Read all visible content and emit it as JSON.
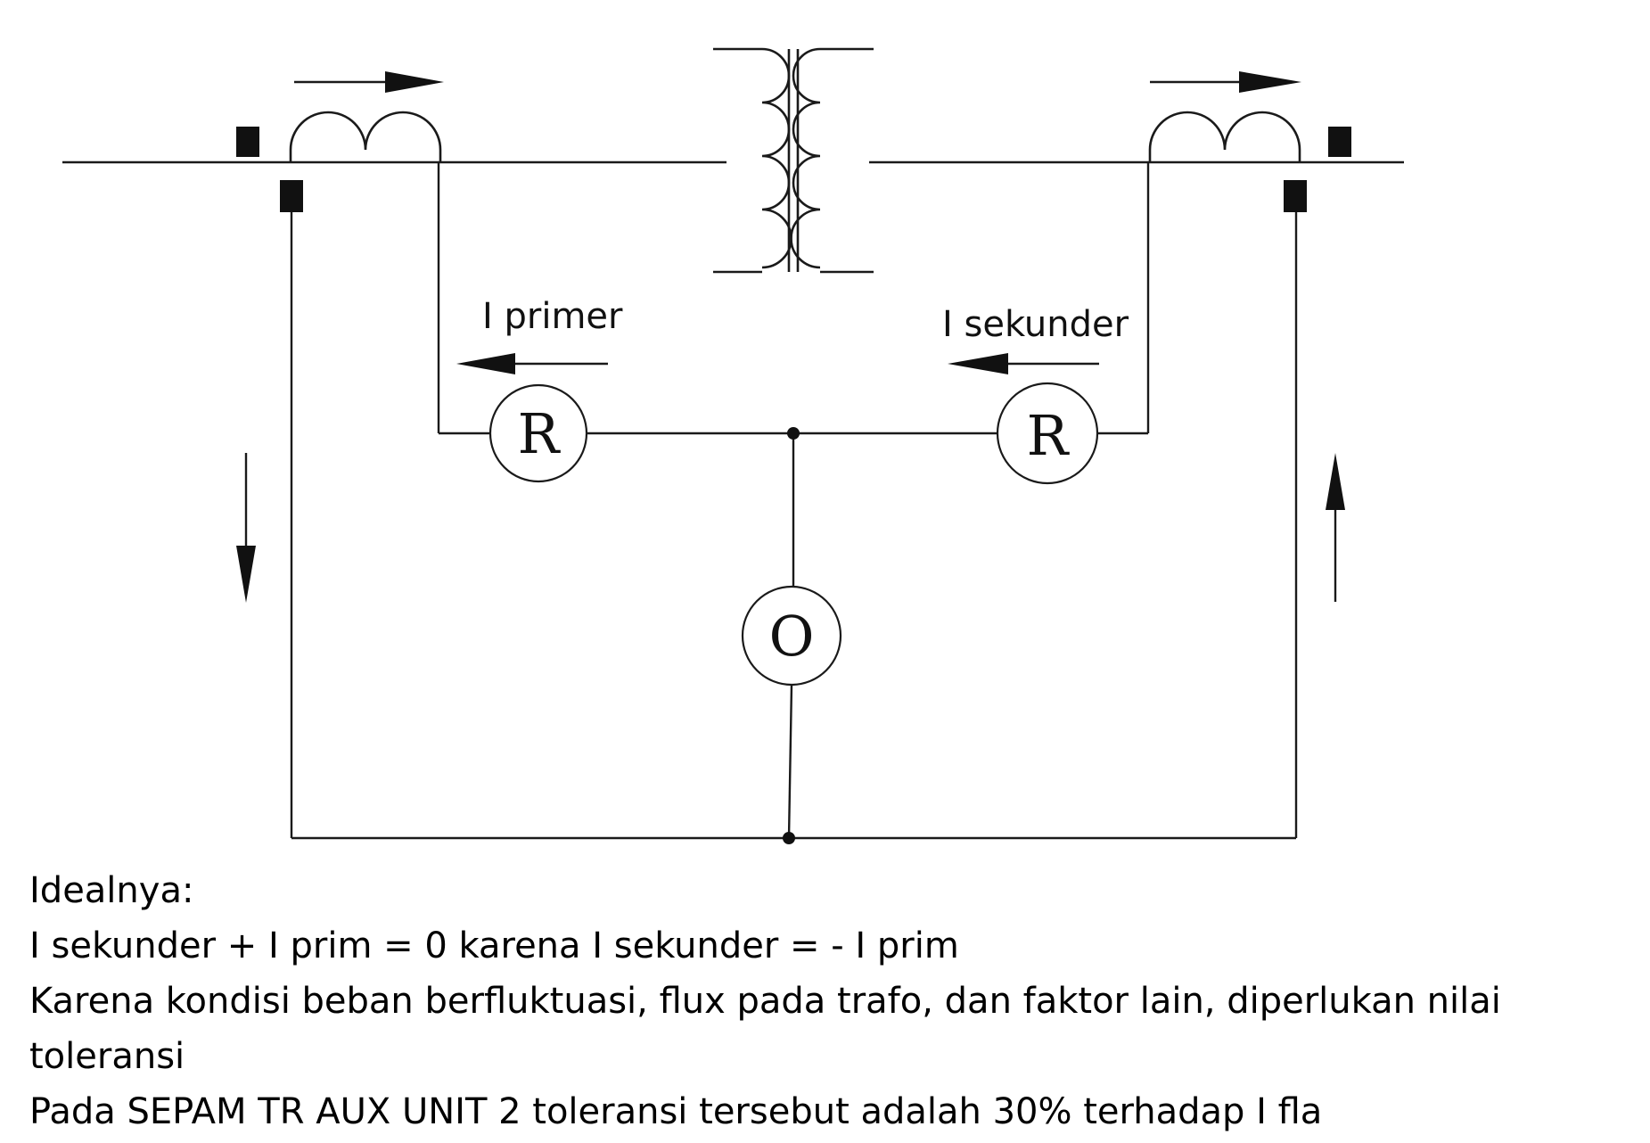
{
  "diagram": {
    "label_primary": "I primer",
    "label_secondary": "I sekunder",
    "relay_left_letter": "R",
    "relay_right_letter": "R",
    "relay_operate_letter": "O"
  },
  "notes": {
    "lines": [
      "Idealnya:",
      "I sekunder + I prim = 0 karena I sekunder = - I prim",
      "Karena kondisi beban berfluktuasi, flux pada trafo, dan faktor lain, diperlukan nilai toleransi",
      "Pada SEPAM TR AUX UNIT 2 toleransi tersebut adalah 30% terhadap I fla"
    ]
  }
}
